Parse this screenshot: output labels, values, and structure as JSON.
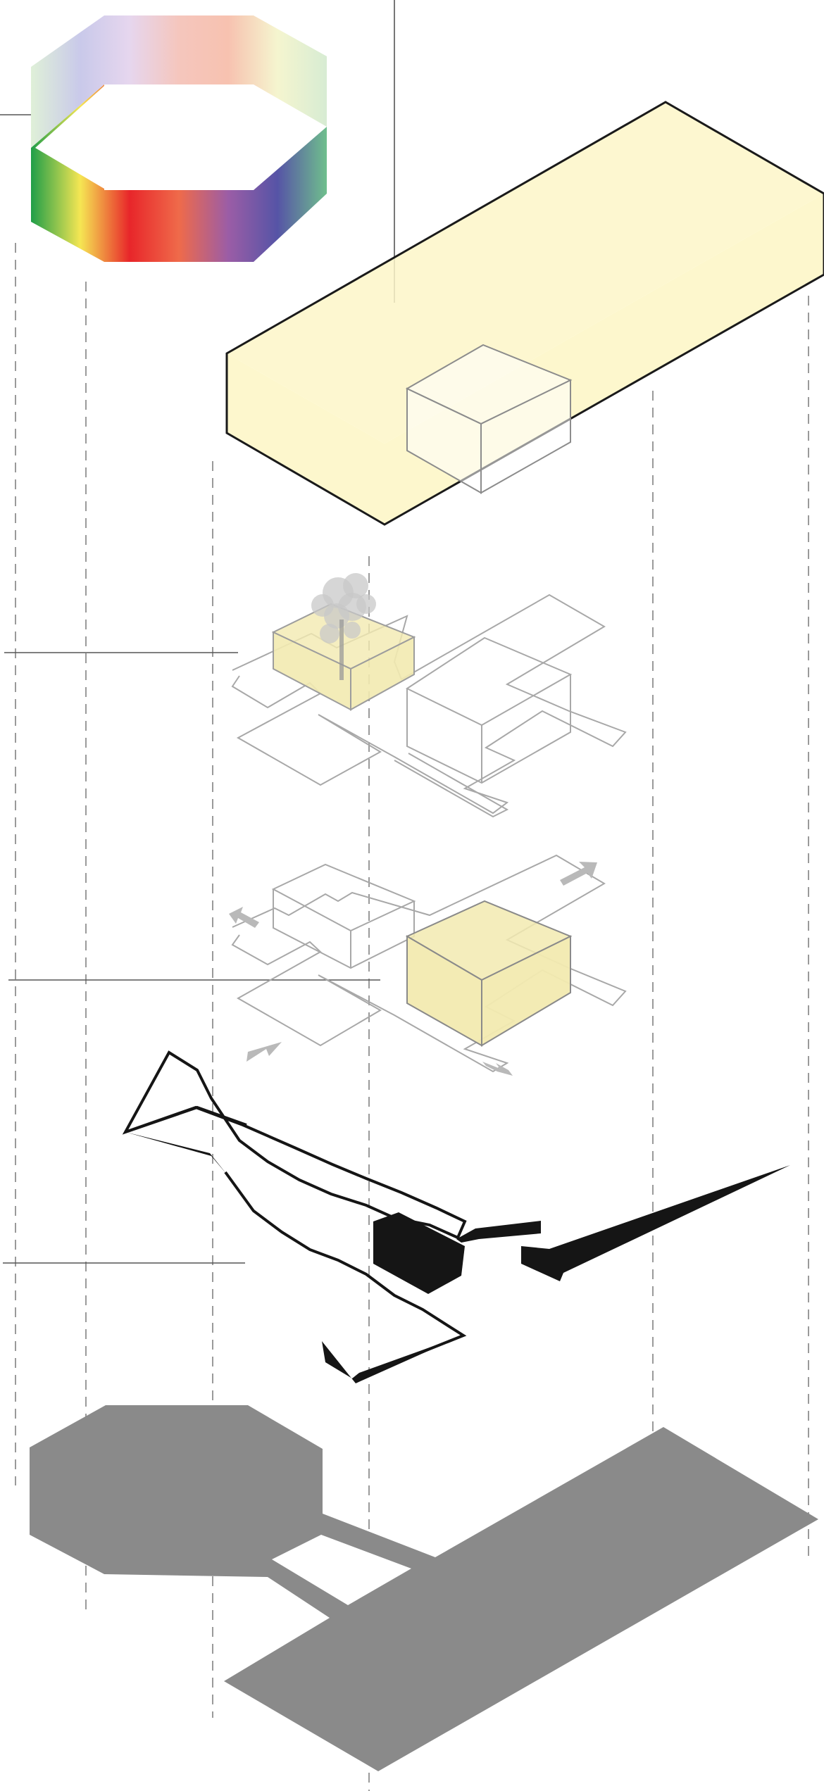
{
  "diagram": {
    "layers": [
      {
        "id": "ring",
        "description_visible": false
      },
      {
        "id": "program-volume"
      },
      {
        "id": "courtyard-plan"
      },
      {
        "id": "circulation-plan"
      },
      {
        "id": "edge-outline"
      },
      {
        "id": "footprint"
      }
    ],
    "colors": {
      "volume_fill": "#fdf6c8",
      "volume_stroke": "#1a1a1a",
      "highlight_fill": "#f2eab0",
      "plan_stroke": "#a8a8a8",
      "silhouette": "#151515",
      "footprint": "#8a8a8a",
      "leader": "#555555",
      "guide": "#9a9a9a",
      "arrow": "#b9b9b9"
    },
    "ring_gradient_top": [
      "#dff0d8",
      "#c9c9ea",
      "#e6d6ee",
      "#f5c6bd",
      "#f7c2b0",
      "#f5f5cf",
      "#d7ecd3"
    ],
    "ring_gradient_bottom": [
      "#1f9e48",
      "#f5e653",
      "#e8262a",
      "#ef6a4a",
      "#9b5da6",
      "#5654a6",
      "#6fbf8d"
    ],
    "icons": [
      "tree-icon",
      "direction-arrow-icon"
    ]
  }
}
